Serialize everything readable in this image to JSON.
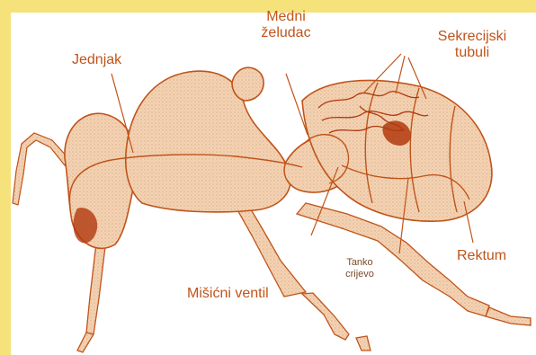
{
  "colors": {
    "frame": "#f6e27a",
    "body_fill": "#f3d3b3",
    "outline": "#c0541a",
    "organs": "#b2380e",
    "leaders": "#c0541a",
    "background": "#ffffff"
  },
  "labels": {
    "esophagus": "Jednjak",
    "crop_line1": "Medni",
    "crop_line2": "želudac",
    "malpighian_line1": "Sekrecijski",
    "malpighian_line2": "tubuli",
    "rectum": "Rektum",
    "valve": "Mišićni ventil",
    "intestine_line1": "Tanko",
    "intestine_line2": "crijevo"
  }
}
